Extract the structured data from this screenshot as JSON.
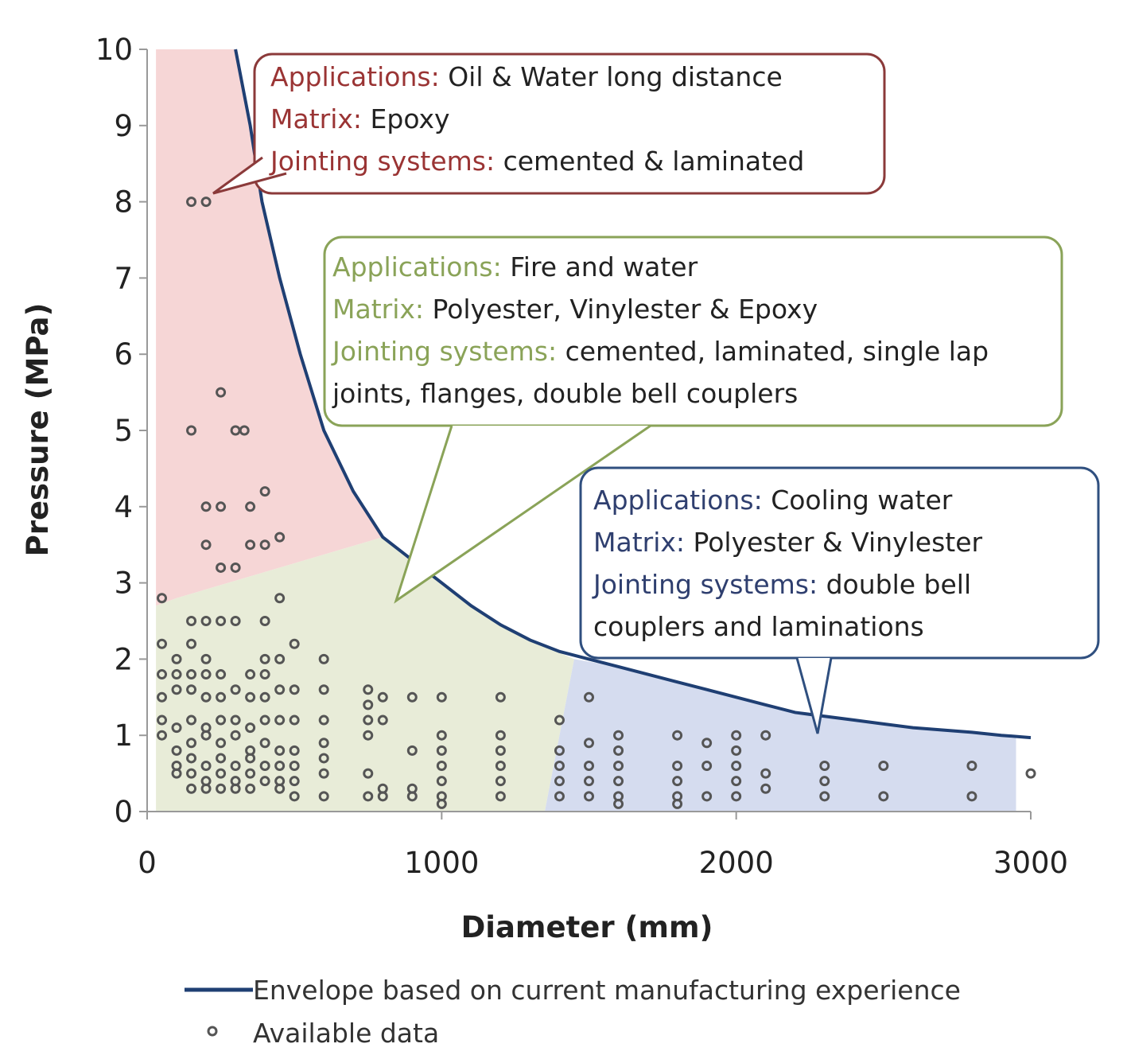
{
  "chart_data": {
    "type": "scatter",
    "xlabel": "Diameter (mm)",
    "ylabel": "Pressure (MPa)",
    "xlim": [
      0,
      3000
    ],
    "ylim": [
      0,
      10
    ],
    "xticks": [
      "0",
      "1000",
      "2000",
      "3000"
    ],
    "yticks": [
      "0",
      "1",
      "2",
      "3",
      "4",
      "5",
      "6",
      "7",
      "8",
      "9",
      "10"
    ],
    "legend_position": "bottom",
    "series": [
      {
        "name": "Envelope based on current manufacturing experience",
        "kind": "line",
        "color": "#1f3f73",
        "points": [
          [
            300,
            10
          ],
          [
            350,
            9
          ],
          [
            390,
            8
          ],
          [
            450,
            7
          ],
          [
            520,
            6
          ],
          [
            600,
            5
          ],
          [
            700,
            4.2
          ],
          [
            800,
            3.6
          ],
          [
            900,
            3.3
          ],
          [
            1000,
            3.0
          ],
          [
            1100,
            2.7
          ],
          [
            1200,
            2.45
          ],
          [
            1300,
            2.25
          ],
          [
            1400,
            2.1
          ],
          [
            1500,
            2.0
          ],
          [
            1600,
            1.9
          ],
          [
            1700,
            1.8
          ],
          [
            1800,
            1.7
          ],
          [
            1900,
            1.6
          ],
          [
            2000,
            1.5
          ],
          [
            2100,
            1.4
          ],
          [
            2200,
            1.3
          ],
          [
            2300,
            1.25
          ],
          [
            2400,
            1.2
          ],
          [
            2500,
            1.15
          ],
          [
            2600,
            1.1
          ],
          [
            2700,
            1.07
          ],
          [
            2800,
            1.04
          ],
          [
            2900,
            1.0
          ],
          [
            3000,
            0.97
          ]
        ]
      },
      {
        "name": "Available data",
        "kind": "scatter",
        "color": "#555555",
        "points": [
          [
            150,
            8
          ],
          [
            200,
            8
          ],
          [
            250,
            5.5
          ],
          [
            150,
            5
          ],
          [
            300,
            5
          ],
          [
            330,
            5
          ],
          [
            200,
            4
          ],
          [
            250,
            4
          ],
          [
            350,
            4
          ],
          [
            400,
            4.2
          ],
          [
            200,
            3.5
          ],
          [
            350,
            3.5
          ],
          [
            400,
            3.5
          ],
          [
            450,
            3.6
          ],
          [
            250,
            3.2
          ],
          [
            300,
            3.2
          ],
          [
            50,
            2.8
          ],
          [
            450,
            2.8
          ],
          [
            150,
            2.5
          ],
          [
            200,
            2.5
          ],
          [
            250,
            2.5
          ],
          [
            300,
            2.5
          ],
          [
            400,
            2.5
          ],
          [
            50,
            2.2
          ],
          [
            150,
            2.2
          ],
          [
            500,
            2.2
          ],
          [
            100,
            2.0
          ],
          [
            200,
            2.0
          ],
          [
            400,
            2.0
          ],
          [
            450,
            2.0
          ],
          [
            600,
            2.0
          ],
          [
            50,
            1.8
          ],
          [
            100,
            1.8
          ],
          [
            150,
            1.8
          ],
          [
            200,
            1.8
          ],
          [
            250,
            1.8
          ],
          [
            350,
            1.8
          ],
          [
            400,
            1.8
          ],
          [
            50,
            1.5
          ],
          [
            100,
            1.6
          ],
          [
            150,
            1.6
          ],
          [
            200,
            1.5
          ],
          [
            250,
            1.5
          ],
          [
            300,
            1.6
          ],
          [
            350,
            1.5
          ],
          [
            400,
            1.5
          ],
          [
            450,
            1.6
          ],
          [
            500,
            1.6
          ],
          [
            600,
            1.6
          ],
          [
            750,
            1.6
          ],
          [
            750,
            1.4
          ],
          [
            800,
            1.5
          ],
          [
            900,
            1.5
          ],
          [
            1000,
            1.5
          ],
          [
            1200,
            1.5
          ],
          [
            1500,
            1.5
          ],
          [
            50,
            1.2
          ],
          [
            100,
            1.1
          ],
          [
            150,
            1.2
          ],
          [
            200,
            1.1
          ],
          [
            250,
            1.2
          ],
          [
            300,
            1.2
          ],
          [
            350,
            1.1
          ],
          [
            400,
            1.2
          ],
          [
            450,
            1.2
          ],
          [
            500,
            1.2
          ],
          [
            600,
            1.2
          ],
          [
            750,
            1.2
          ],
          [
            800,
            1.2
          ],
          [
            1400,
            1.2
          ],
          [
            50,
            1.0
          ],
          [
            100,
            0.8
          ],
          [
            150,
            0.9
          ],
          [
            200,
            1.0
          ],
          [
            250,
            0.9
          ],
          [
            300,
            1.0
          ],
          [
            350,
            0.8
          ],
          [
            400,
            0.9
          ],
          [
            450,
            0.8
          ],
          [
            500,
            0.8
          ],
          [
            600,
            0.9
          ],
          [
            750,
            1.0
          ],
          [
            1000,
            1.0
          ],
          [
            1200,
            1.0
          ],
          [
            1600,
            1.0
          ],
          [
            1800,
            1.0
          ],
          [
            2000,
            1.0
          ],
          [
            2100,
            1.0
          ],
          [
            100,
            0.6
          ],
          [
            150,
            0.7
          ],
          [
            200,
            0.6
          ],
          [
            250,
            0.7
          ],
          [
            300,
            0.6
          ],
          [
            350,
            0.7
          ],
          [
            400,
            0.6
          ],
          [
            450,
            0.6
          ],
          [
            500,
            0.6
          ],
          [
            600,
            0.7
          ],
          [
            900,
            0.8
          ],
          [
            1000,
            0.8
          ],
          [
            1200,
            0.8
          ],
          [
            1400,
            0.8
          ],
          [
            1500,
            0.9
          ],
          [
            1600,
            0.8
          ],
          [
            1900,
            0.9
          ],
          [
            2000,
            0.8
          ],
          [
            100,
            0.5
          ],
          [
            150,
            0.5
          ],
          [
            200,
            0.4
          ],
          [
            250,
            0.5
          ],
          [
            300,
            0.4
          ],
          [
            350,
            0.5
          ],
          [
            400,
            0.4
          ],
          [
            450,
            0.4
          ],
          [
            500,
            0.4
          ],
          [
            600,
            0.5
          ],
          [
            750,
            0.5
          ],
          [
            1000,
            0.6
          ],
          [
            1200,
            0.6
          ],
          [
            1400,
            0.6
          ],
          [
            1500,
            0.6
          ],
          [
            1600,
            0.6
          ],
          [
            1800,
            0.6
          ],
          [
            1900,
            0.6
          ],
          [
            2000,
            0.6
          ],
          [
            2100,
            0.5
          ],
          [
            2300,
            0.6
          ],
          [
            2500,
            0.6
          ],
          [
            2800,
            0.6
          ],
          [
            3000,
            0.5
          ],
          [
            150,
            0.3
          ],
          [
            200,
            0.3
          ],
          [
            250,
            0.3
          ],
          [
            300,
            0.3
          ],
          [
            350,
            0.3
          ],
          [
            450,
            0.3
          ],
          [
            500,
            0.2
          ],
          [
            600,
            0.2
          ],
          [
            750,
            0.2
          ],
          [
            800,
            0.3
          ],
          [
            900,
            0.3
          ],
          [
            1000,
            0.4
          ],
          [
            1200,
            0.4
          ],
          [
            1400,
            0.4
          ],
          [
            1500,
            0.4
          ],
          [
            1600,
            0.4
          ],
          [
            1800,
            0.4
          ],
          [
            2000,
            0.4
          ],
          [
            2100,
            0.3
          ],
          [
            2300,
            0.4
          ],
          [
            800,
            0.2
          ],
          [
            900,
            0.2
          ],
          [
            1000,
            0.2
          ],
          [
            1000,
            0.1
          ],
          [
            1200,
            0.2
          ],
          [
            1400,
            0.2
          ],
          [
            1500,
            0.2
          ],
          [
            1600,
            0.2
          ],
          [
            1600,
            0.1
          ],
          [
            1800,
            0.2
          ],
          [
            1800,
            0.1
          ],
          [
            1900,
            0.2
          ],
          [
            2000,
            0.2
          ],
          [
            2300,
            0.2
          ],
          [
            2500,
            0.2
          ],
          [
            2800,
            0.2
          ]
        ]
      }
    ],
    "regions": [
      {
        "color": "#f6d6d6",
        "polygon": [
          [
            30,
            10
          ],
          [
            300,
            10
          ],
          [
            350,
            9
          ],
          [
            390,
            8
          ],
          [
            450,
            7
          ],
          [
            520,
            6
          ],
          [
            600,
            5
          ],
          [
            700,
            4.2
          ],
          [
            800,
            3.6
          ],
          [
            100,
            2.8
          ],
          [
            30,
            2.7
          ]
        ]
      },
      {
        "color": "#e8ecd8",
        "polygon": [
          [
            30,
            2.7
          ],
          [
            100,
            2.8
          ],
          [
            800,
            3.6
          ],
          [
            900,
            3.3
          ],
          [
            1000,
            3.0
          ],
          [
            1100,
            2.7
          ],
          [
            1200,
            2.45
          ],
          [
            1300,
            2.25
          ],
          [
            1450,
            2.0
          ],
          [
            1350,
            0
          ],
          [
            30,
            0
          ]
        ]
      },
      {
        "color": "#d5dcef",
        "polygon": [
          [
            1450,
            2.0
          ],
          [
            1600,
            1.9
          ],
          [
            1800,
            1.7
          ],
          [
            2000,
            1.5
          ],
          [
            2200,
            1.3
          ],
          [
            2400,
            1.2
          ],
          [
            2600,
            1.1
          ],
          [
            2800,
            1.04
          ],
          [
            2950,
            1.0
          ],
          [
            2950,
            0
          ],
          [
            1350,
            0
          ]
        ]
      }
    ],
    "annotations": [
      {
        "border": "#8b3a3a",
        "label_color": "#9a3434",
        "lines": [
          {
            "label": "Applications:",
            "text": " Oil & Water long distance"
          },
          {
            "label": "Matrix:",
            "text": " Epoxy"
          },
          {
            "label": "Jointing systems:",
            "text": " cemented & laminated"
          }
        ]
      },
      {
        "border": "#8aa358",
        "label_color": "#8aa358",
        "lines": [
          {
            "label": "Applications:",
            "text": " Fire and water"
          },
          {
            "label": "Matrix:",
            "text": " Polyester, Vinylester & Epoxy"
          },
          {
            "label": "Jointing systems:",
            "text": " cemented, laminated, single lap"
          },
          {
            "label": "",
            "text": "joints, flanges, double bell couplers"
          }
        ]
      },
      {
        "border": "#2f4f7f",
        "label_color": "#2f3f6f",
        "lines": [
          {
            "label": "Applications:",
            "text": " Cooling water"
          },
          {
            "label": "Matrix:",
            "text": " Polyester & Vinylester"
          },
          {
            "label": "Jointing systems:",
            "text": " double bell"
          },
          {
            "label": "",
            "text": "couplers and laminations"
          }
        ]
      }
    ]
  }
}
